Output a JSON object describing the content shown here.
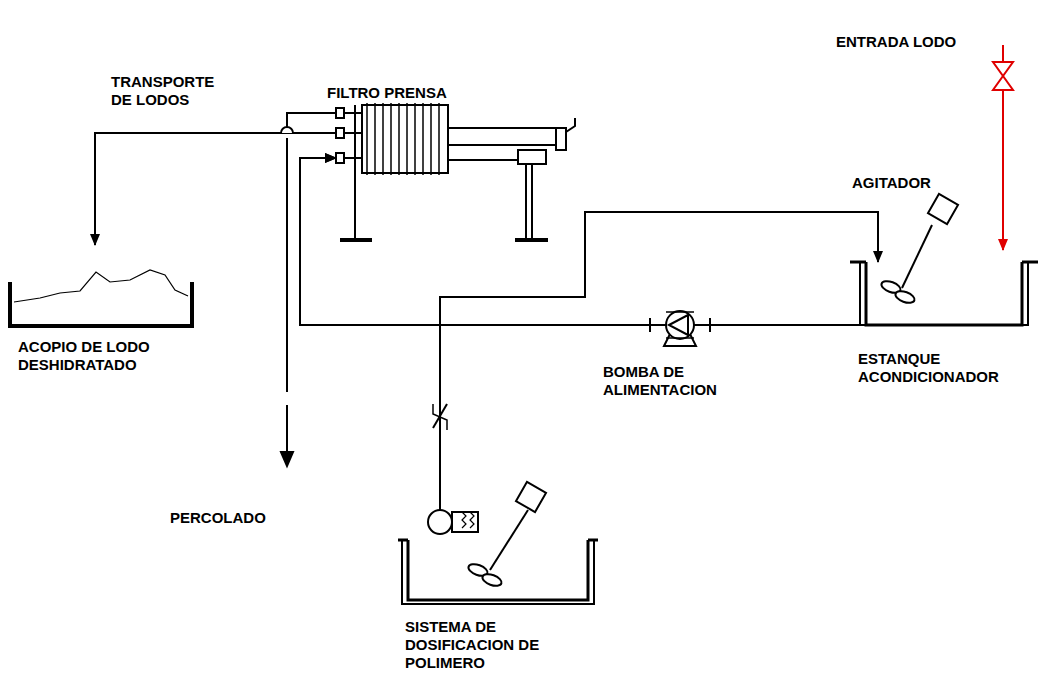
{
  "diagram": {
    "nodes": [
      {
        "text": [
          "FILTRO PRENSA"
        ]
      },
      {
        "text": [
          "ACOPIO DE LODO DESHIDRATADO"
        ]
      },
      {
        "text": [
          "BOMBA DE ALIMENTACION"
        ]
      },
      {
        "text": [
          "ESTANQUE ACONDICIONADOR"
        ]
      },
      {
        "text": [
          "SISTEMA DE DOSIFICACION DE POLIMERO"
        ]
      }
    ],
    "edges": [
      {
        "from": 3,
        "to": 2,
        "arrow": "none"
      },
      {
        "from": 2,
        "to": 0,
        "arrow": "to"
      },
      {
        "from": 4,
        "to": 0,
        "arrow": "to"
      },
      {
        "from": 4,
        "to": 3,
        "arrow": "to"
      },
      {
        "from": 0,
        "to": 1,
        "label": "TRANSPORTE DE LODOS",
        "arrow": "to"
      }
    ],
    "labels": [
      "ENTRADA LODO",
      "AGITADOR",
      "PERCOLADO"
    ]
  }
}
